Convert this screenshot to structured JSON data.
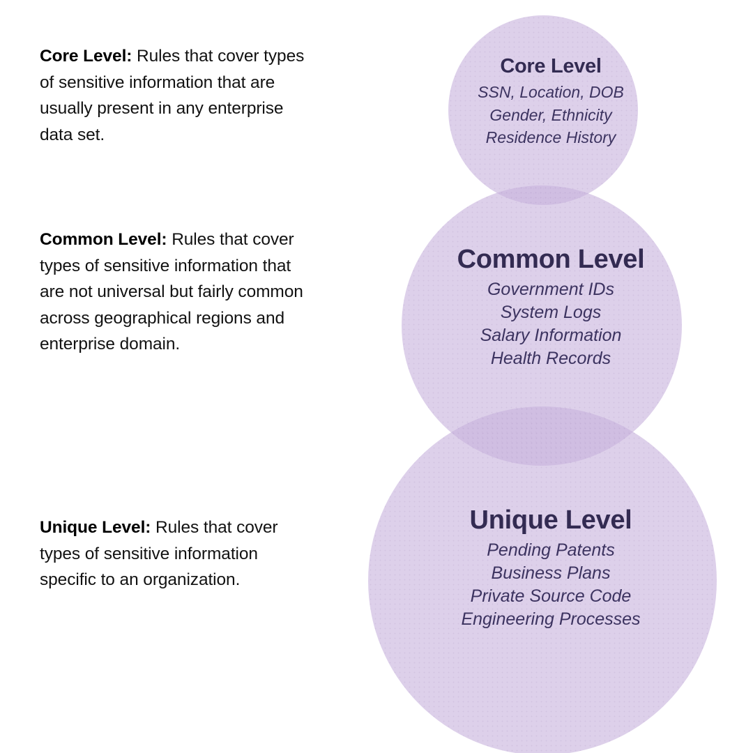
{
  "descriptions": [
    {
      "id": "core",
      "lead": "Core Level:",
      "body": " Rules that cover types of sensitive information that are usually present in any enterprise data set."
    },
    {
      "id": "common",
      "lead": "Common Level:",
      "body": " Rules that cover types of sensitive information that are not universal but fairly common across geographical regions and enterprise domain."
    },
    {
      "id": "unique",
      "lead": "Unique Level:",
      "body": " Rules that cover types of sensitive information specific to an organization."
    }
  ],
  "venn": {
    "circles": [
      {
        "id": "core",
        "title": "Core Level",
        "items": [
          "SSN, Location, DOB",
          "Gender, Ethnicity",
          "Residence History"
        ]
      },
      {
        "id": "common",
        "title": "Common Level",
        "items": [
          "Government IDs",
          "System Logs",
          "Salary Information",
          "Health Records"
        ]
      },
      {
        "id": "unique",
        "title": "Unique Level",
        "items": [
          "Pending Patents",
          "Business Plans",
          "Private Source Code",
          "Engineering Processes"
        ]
      }
    ]
  },
  "colors": {
    "background": "#ffffff",
    "circle_fill": "#dcd0e8",
    "circle_overlap": "#b29dd0",
    "circle_title_text": "#332b52",
    "circle_item_text": "#3c3360",
    "description_text": "#121212"
  }
}
